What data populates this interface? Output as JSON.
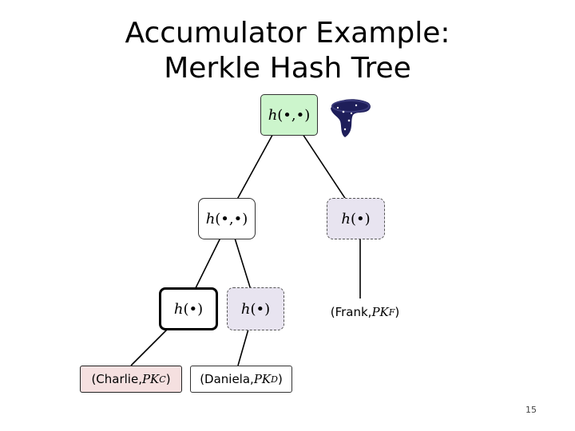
{
  "slide": {
    "title_line1": "Accumulator Example:",
    "title_line2": "Merkle Hash Tree",
    "page_number": "15"
  },
  "tree": {
    "root": {
      "fn": "h",
      "args": "(•,•)"
    },
    "left_internal": {
      "fn": "h",
      "args": "(•,•)"
    },
    "right_internal": {
      "fn": "h",
      "args": "(•)"
    },
    "leaf_hash_charlie": {
      "fn": "h",
      "args": "(•)"
    },
    "leaf_hash_daniela": {
      "fn": "h",
      "args": "(•)"
    },
    "leaf_charlie": {
      "open": "(Charlie, ",
      "key": "PK",
      "sub": "C",
      "close": ")"
    },
    "leaf_daniela": {
      "open": "(Daniela, ",
      "key": "PK",
      "sub": "D",
      "close": ")"
    },
    "leaf_frank": {
      "open": "(Frank, ",
      "key": "PK",
      "sub": "F",
      "close": ")"
    }
  },
  "colors": {
    "root_fill": "#ccf5cc",
    "dashed_fill": "#e8e4f0",
    "charlie_fill": "#f5e0e0",
    "hat_color": "#1e1e5a"
  },
  "icons": {
    "root_decoration": "wizard-hat-icon"
  }
}
